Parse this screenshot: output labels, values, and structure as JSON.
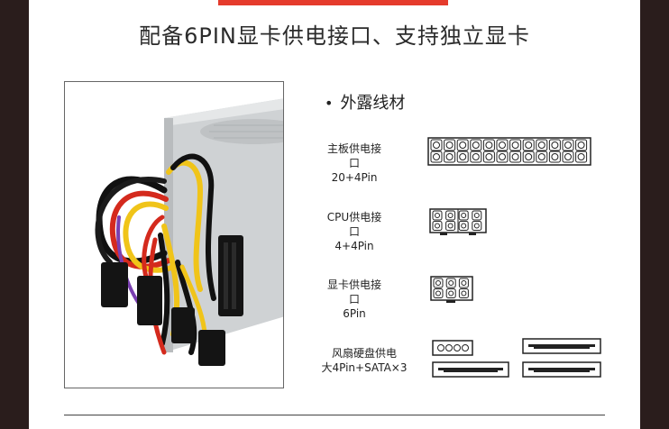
{
  "header": {
    "title": "配备6PIN显卡供电接口、支持独立显卡",
    "accent_color": "#e53b2c"
  },
  "photo": {
    "description_icon": "psu-with-cables-photo"
  },
  "spec": {
    "section_title": "外露线材",
    "bullet": "•",
    "rows": [
      {
        "label_line1": "主板供电接口",
        "label_line2": "20+4Pin",
        "icon": "atx-24pin-connector-icon"
      },
      {
        "label_line1": "CPU供电接口",
        "label_line2": "4+4Pin",
        "icon": "cpu-8pin-connector-icon"
      },
      {
        "label_line1": "显卡供电接口",
        "label_line2": "6Pin",
        "icon": "gpu-6pin-connector-icon"
      },
      {
        "label_line1": "风扇硬盘供电",
        "label_line2": "大4Pin+SATA×3",
        "icon": "molex-sata-connector-icon"
      }
    ]
  }
}
